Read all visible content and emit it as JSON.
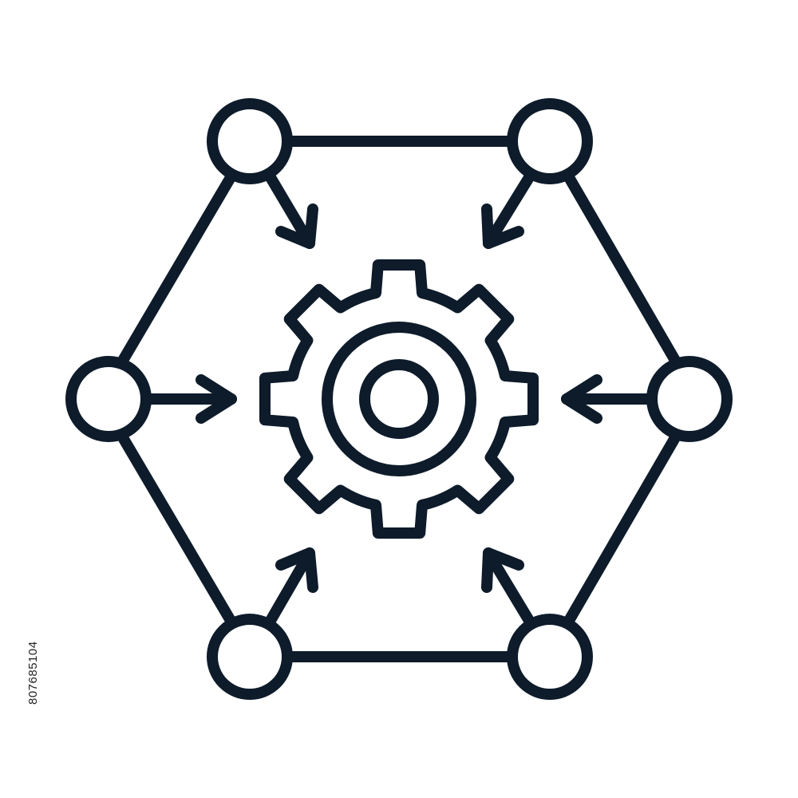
{
  "icon": {
    "name": "network-hub-gear-icon",
    "stroke_color": "#0d1b2a",
    "background": "#ffffff",
    "node_count": 6,
    "arrow_count": 6,
    "arrow_direction": "inward-to-center"
  },
  "watermark": {
    "stock_id": "807685104"
  }
}
